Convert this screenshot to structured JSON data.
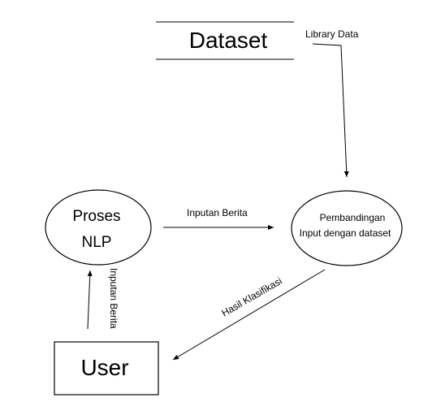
{
  "nodes": {
    "dataset": {
      "label": "Dataset"
    },
    "proses_nlp": {
      "line1": "Proses",
      "line2": "NLP"
    },
    "pembandingan": {
      "line1": "Pembandingan",
      "line2": "Input dengan dataset"
    },
    "user": {
      "label": "User"
    }
  },
  "edges": {
    "library_data": {
      "label": "Library Data"
    },
    "inputan_berita_h": {
      "label": "Inputan Berita"
    },
    "hasil_klasifikasi": {
      "label": "Hasil Klasifikasi"
    },
    "inputan_berita_v": {
      "label": "Inputan Berita"
    }
  },
  "colors": {
    "stroke": "#000000",
    "background": "#ffffff"
  }
}
